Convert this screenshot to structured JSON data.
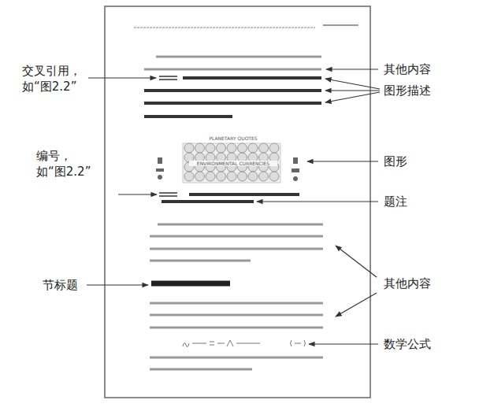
{
  "diagram": {
    "labels": [
      "交叉引用，如“图2.2”",
      "其他内容",
      "图形描述",
      "图形",
      "编号，如“图2.2”",
      "题注",
      "节标题",
      "其他内容",
      "数学公式",
      "PLANETARY QUOTES",
      "ENVIRONMENTAL CURRENCIES"
    ]
  }
}
